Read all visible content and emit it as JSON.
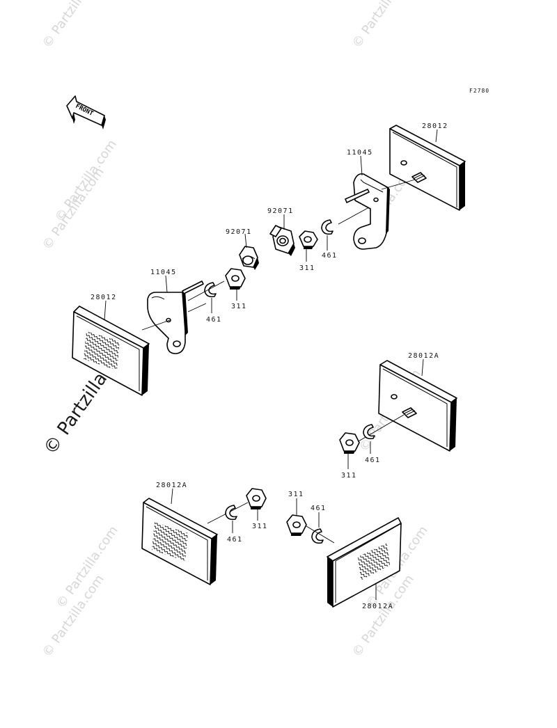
{
  "diagram_code": "F2780",
  "front_arrow_label": "FRONT",
  "watermark": {
    "small": "© Partzilla.com",
    "big": "© Partzilla.com"
  },
  "labels": {
    "reflector_top_right": "28012",
    "bracket_top_right": "11045",
    "grommet_upper": "92071",
    "grommet_lower": "92071",
    "nut_upper_right": "311",
    "washer_upper_right": "461",
    "bracket_left": "11045",
    "reflector_left": "28012",
    "washer_left": "461",
    "nut_left": "311",
    "reflector_mid_right": "28012A",
    "nut_mid_right": "311",
    "washer_mid_right": "461",
    "reflector_bottom_left": "28012A",
    "washer_bottom_left": "461",
    "nut_bottom_left": "311",
    "nut_bottom_center": "311",
    "washer_bottom_center": "461",
    "reflector_bottom_right": "28012A"
  }
}
